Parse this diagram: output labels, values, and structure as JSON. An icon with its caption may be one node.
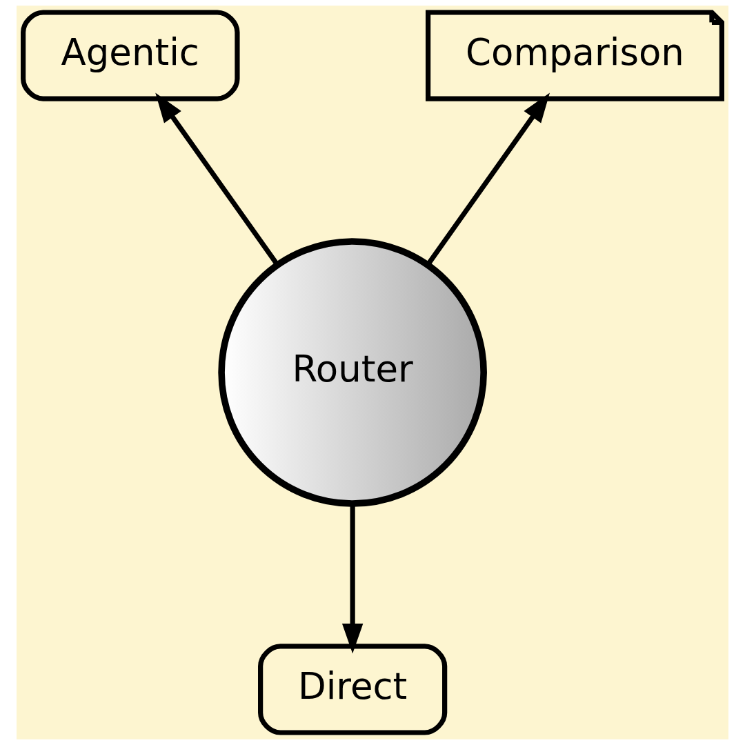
{
  "diagram": {
    "nodes": [
      {
        "text": [
          "Agentic"
        ]
      },
      {
        "text": [
          "Comparison"
        ]
      },
      {
        "text": [
          "Router"
        ]
      },
      {
        "text": [
          "Direct"
        ]
      }
    ],
    "edges": [
      {
        "from": 2,
        "to": 0,
        "arrow": "to"
      },
      {
        "from": 2,
        "to": 1,
        "arrow": "to"
      },
      {
        "from": 2,
        "to": 3,
        "arrow": "to"
      }
    ]
  }
}
